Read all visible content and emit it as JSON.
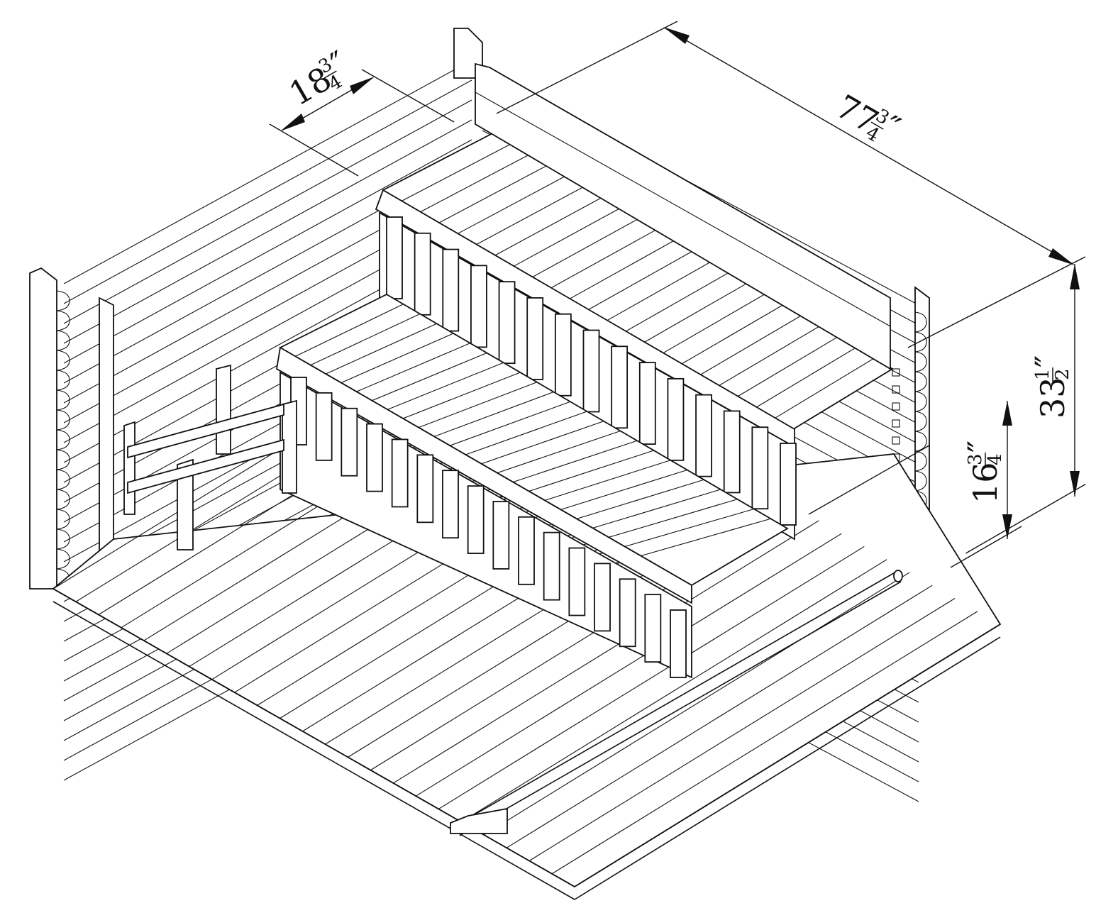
{
  "drawing": {
    "subject": "bench",
    "dimensions": [
      {
        "id": "seat-depth",
        "whole": "18",
        "numerator": "3",
        "denominator": "4",
        "unit": "″"
      },
      {
        "id": "overall-length",
        "whole": "77",
        "numerator": "3",
        "denominator": "4",
        "unit": "″"
      },
      {
        "id": "upper-height",
        "whole": "33",
        "numerator": "1",
        "denominator": "2",
        "unit": "″"
      },
      {
        "id": "lower-height",
        "whole": "16",
        "numerator": "3",
        "denominator": "4",
        "unit": "″"
      }
    ]
  }
}
